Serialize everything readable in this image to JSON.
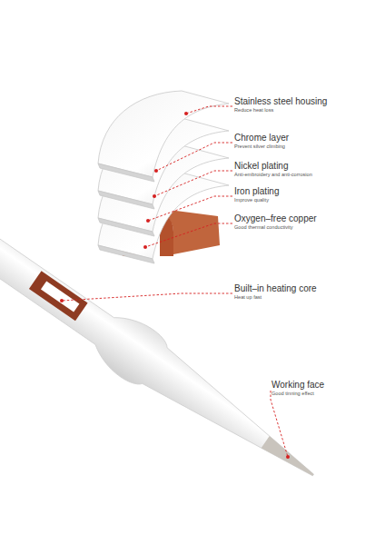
{
  "diagram": {
    "labels": [
      "Stainless steel housing",
      "Reduce heat loss",
      "Chrome layer",
      "Prevent silver climbing",
      "Nickel plating",
      "Anti-embroidery and anti-corrosion",
      "Iron plating",
      "Improve quality",
      "Oxygen–free copper",
      "Good thermal conductivity",
      "Built–in heating core",
      "Heat up fast",
      "Working face",
      "Good tinning effect"
    ]
  }
}
